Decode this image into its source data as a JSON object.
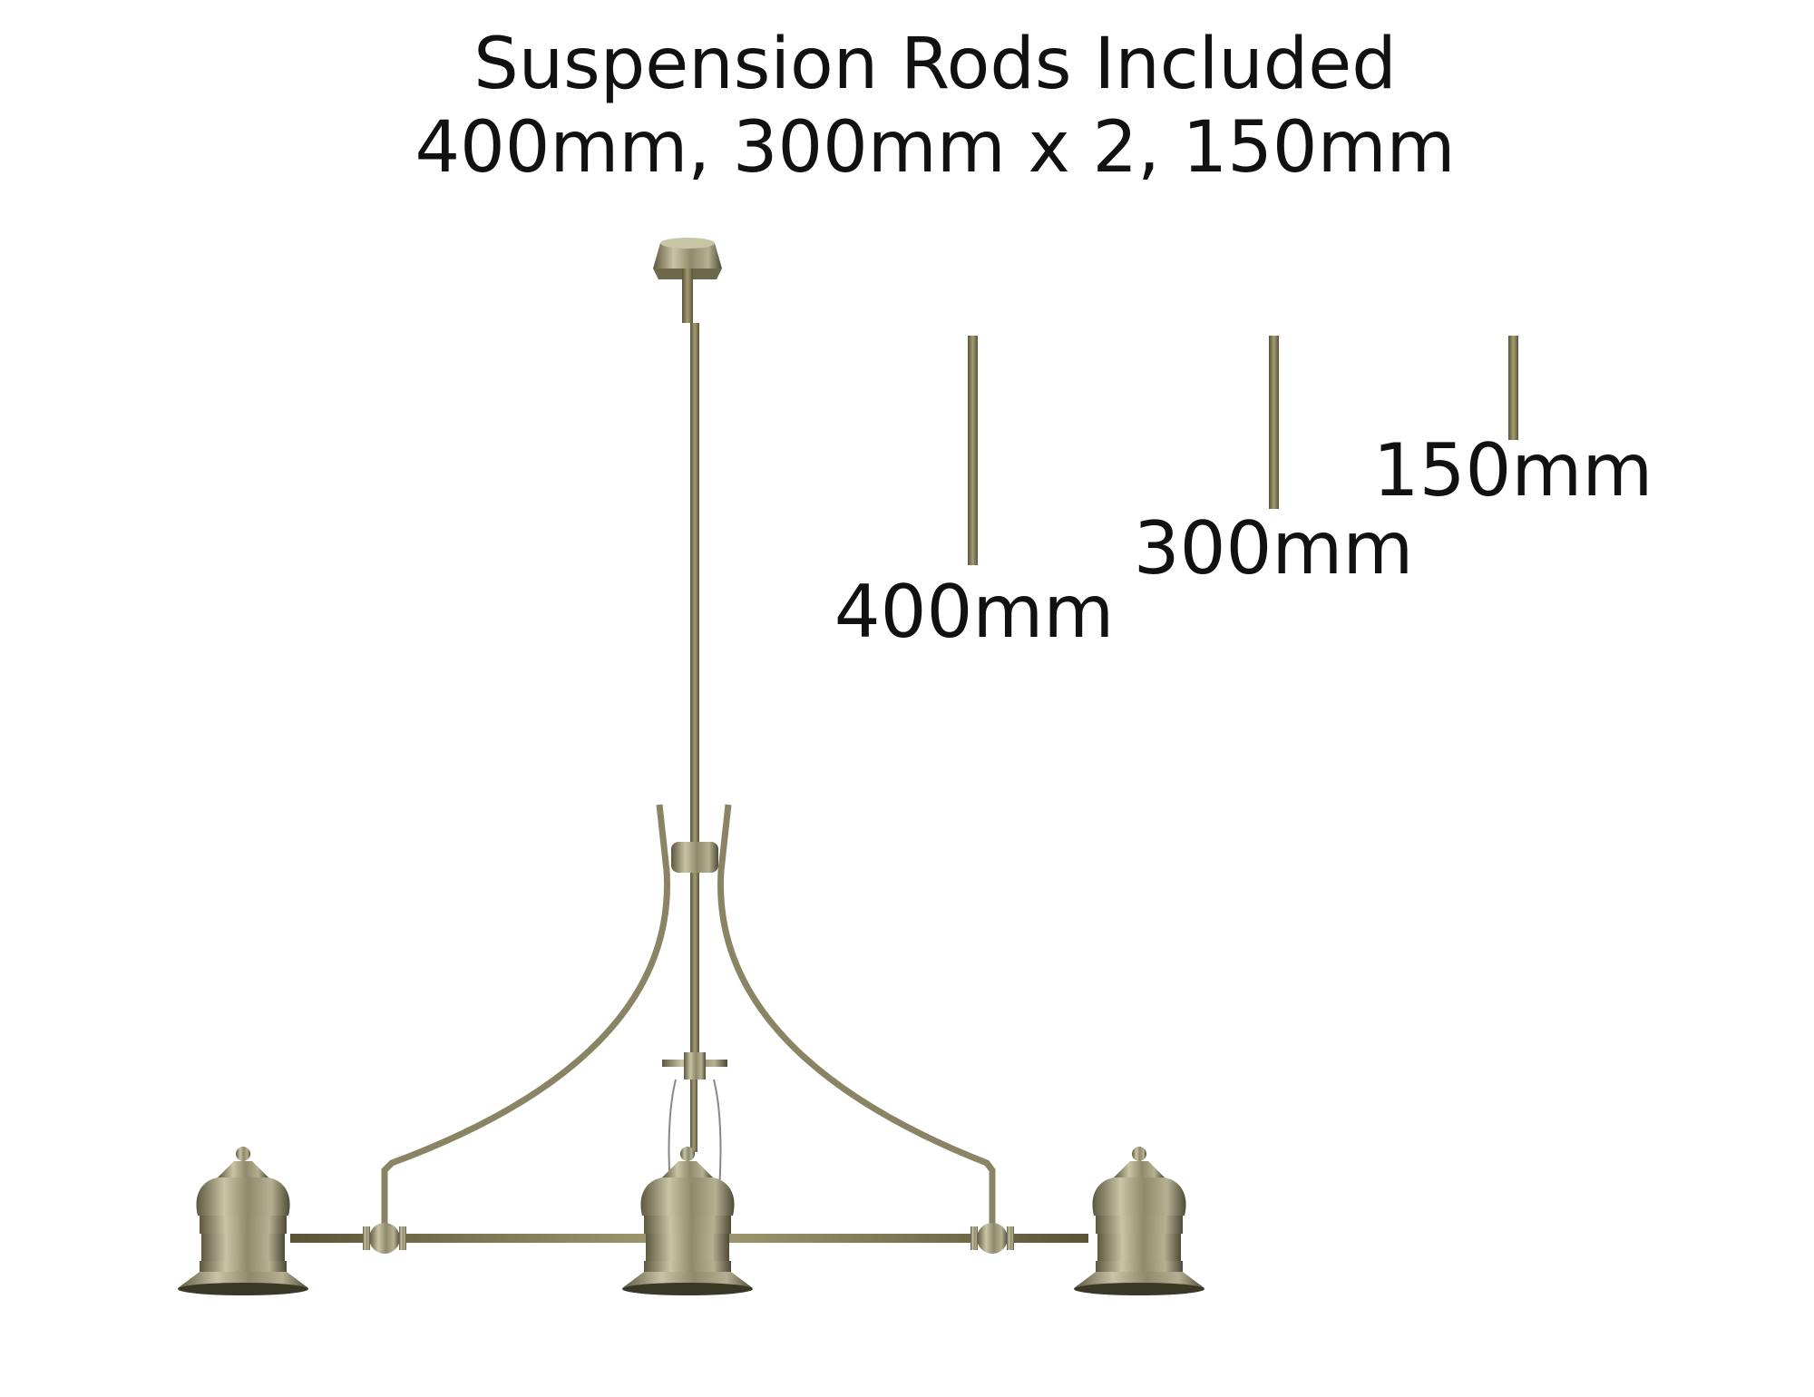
{
  "heading": {
    "line1": "Suspension Rods Included",
    "line2": "400mm, 300mm x 2, 150mm"
  },
  "rods": [
    {
      "label": "400mm",
      "length_mm": 400
    },
    {
      "label": "300mm",
      "length_mm": 300
    },
    {
      "label": "150mm",
      "length_mm": 150
    }
  ],
  "colors": {
    "brass": "#8f8a6c",
    "brass_light": "#c9c4a6",
    "brass_dark": "#4e4a35",
    "text": "#111111"
  }
}
